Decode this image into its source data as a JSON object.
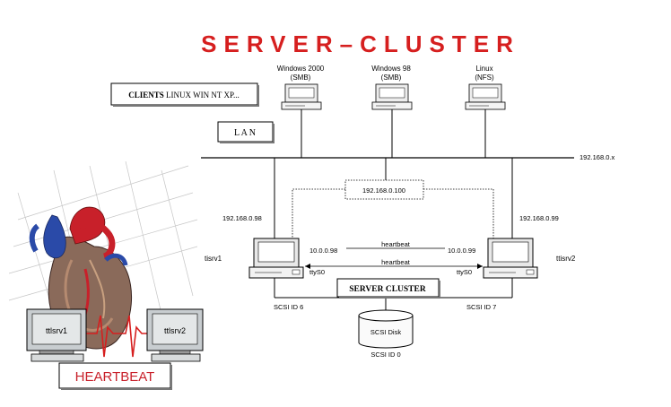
{
  "title": "SERVER–CLUSTER",
  "clients_box": {
    "bold": "CLIENTS",
    "rest": " LINUX WIN NT XP..."
  },
  "lan_label": "L A N",
  "clients": [
    {
      "os": "Windows 2000",
      "proto": "(SMB)"
    },
    {
      "os": "Windows 98",
      "proto": "(SMB)"
    },
    {
      "os": "Linux",
      "proto": "(NFS)"
    }
  ],
  "network": "192.168.0.x",
  "virtual_ip": "192.168.0.100",
  "server1": {
    "name": "tisrv1",
    "ip": "192.168.0.98",
    "hb_ip": "10.0.0.98",
    "tty": "ttyS0",
    "scsi": "SCSI ID 6"
  },
  "server2": {
    "name": "ttisrv2",
    "ip": "192.168.0.99",
    "hb_ip": "10.0.0.99",
    "tty": "ttyS0",
    "scsi": "SCSI ID 7"
  },
  "heartbeat_top": "heartbeat",
  "heartbeat_bottom": "heartbeat",
  "cluster_box": "SERVER CLUSTER",
  "disk": {
    "label": "SCSI Disk",
    "id": "SCSI ID 0"
  },
  "illustration": {
    "monitor1": "ttlsrv1",
    "monitor2": "ttlsrv2",
    "heartbeat_label": "HEARTBEAT"
  },
  "colors": {
    "title": "#d61f1f",
    "heart_red": "#c8202a",
    "heart_blue": "#2a4aa8",
    "monitor_screen": "#c8cdd0"
  }
}
